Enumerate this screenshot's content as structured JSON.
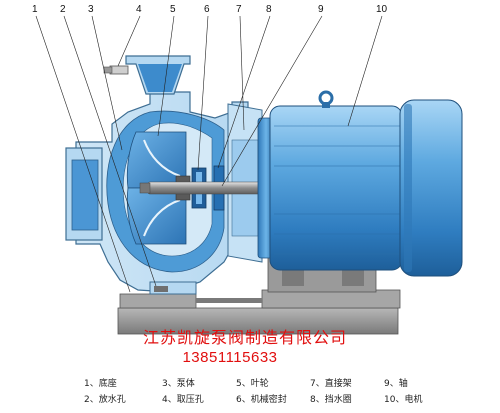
{
  "callouts": [
    "1",
    "2",
    "3",
    "4",
    "5",
    "6",
    "7",
    "8",
    "9",
    "10"
  ],
  "company_name": "江苏凯旋泵阀制造有限公司",
  "phone": "13851115633",
  "legend": [
    "1、底座",
    "3、泵体",
    "5、叶轮",
    "7、直接架",
    "9、轴",
    "2、放水孔",
    "4、取压孔",
    "6、机械密封",
    "8、挡水圈",
    "10、电机"
  ],
  "colors": {
    "motor_blue": "#3c8fd1",
    "motor_light": "#8cc7f0",
    "pump_blue": "#6fb4e6",
    "impeller_blue": "#3a86c8",
    "base_gray": "#8a8a8a",
    "company_red": "#e10f0f"
  }
}
